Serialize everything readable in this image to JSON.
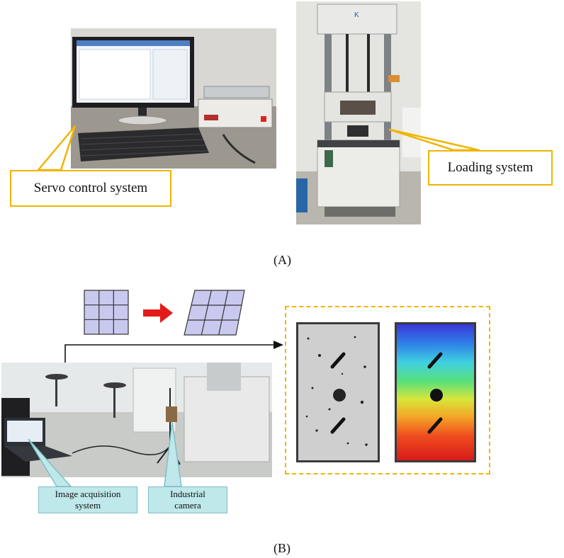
{
  "panel_a": {
    "label": "(A)",
    "servo_callout": "Servo control system",
    "loading_callout": "Loading system",
    "machine_logo": "K"
  },
  "panel_b": {
    "label": "(B)",
    "image_callout_line1": "Image  acquisition",
    "image_callout_line2": "system",
    "camera_callout_line1": "Industrial",
    "camera_callout_line2": "camera"
  },
  "colors": {
    "callout_border": "#f0b400",
    "cyan_callout_fill": "#bfe8ea",
    "grid_fill": "#c9c9ef",
    "arrow_red": "#e31a1a"
  }
}
